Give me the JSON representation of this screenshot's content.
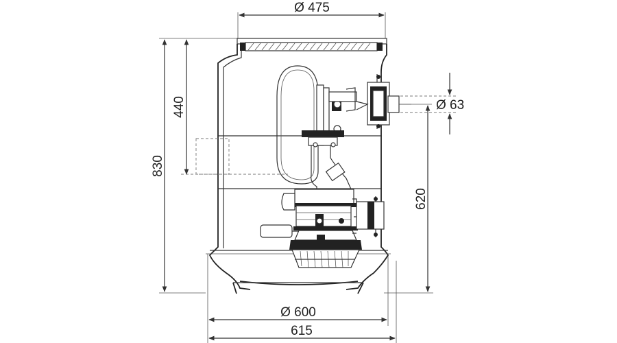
{
  "dimensions": {
    "top_diameter": "Ø 475",
    "pipe_diameter": "Ø 63",
    "height_total": "830",
    "height_inlet": "440",
    "height_outlet": "620",
    "bottom_diameter": "Ø 600",
    "bottom_width": "615"
  },
  "colors": {
    "line": "#333333",
    "background": "#ffffff"
  }
}
